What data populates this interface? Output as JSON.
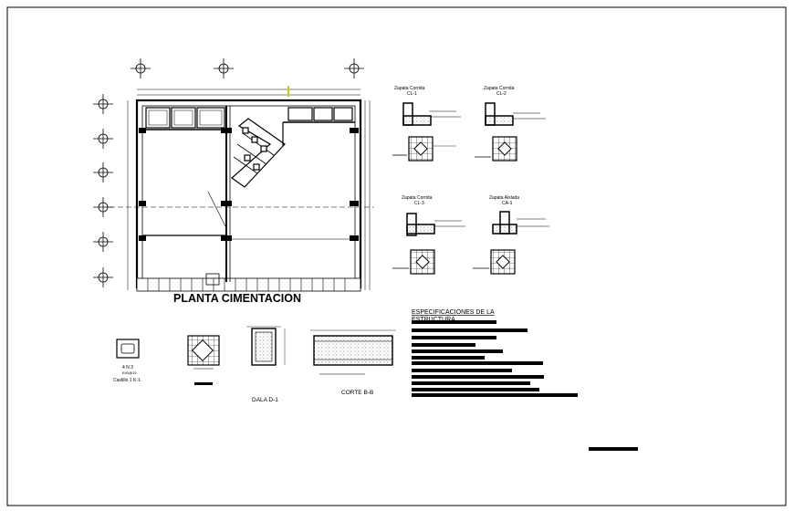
{
  "plan": {
    "title": "PLANTA CIMENTACION"
  },
  "details": {
    "cl1": {
      "title": "Zapata Corrida",
      "code": "CL-1"
    },
    "cl2": {
      "title": "Zapata Corrida",
      "code": "CL-2"
    },
    "cl3": {
      "title": "Zapata Corrida",
      "code": "CL-3"
    },
    "ca1": {
      "title": "Zapata Aislada",
      "code": "CA-1"
    }
  },
  "sections": {
    "castillo_counts": "4 N 3",
    "castillo_sub": "E#3@15",
    "castillo_label": "Castillo 1 K-1",
    "dala_label": "DALA D-1",
    "corte_label": "CORTE B-B"
  },
  "specs": {
    "title_line1": "ESPECIFICACIONES DE LA",
    "title_line2": "ESTRUCTURA"
  },
  "colors": {
    "ink": "#000000",
    "paper": "#ffffff",
    "hatch": "#555555",
    "yellow_mark": "#d8c400"
  }
}
